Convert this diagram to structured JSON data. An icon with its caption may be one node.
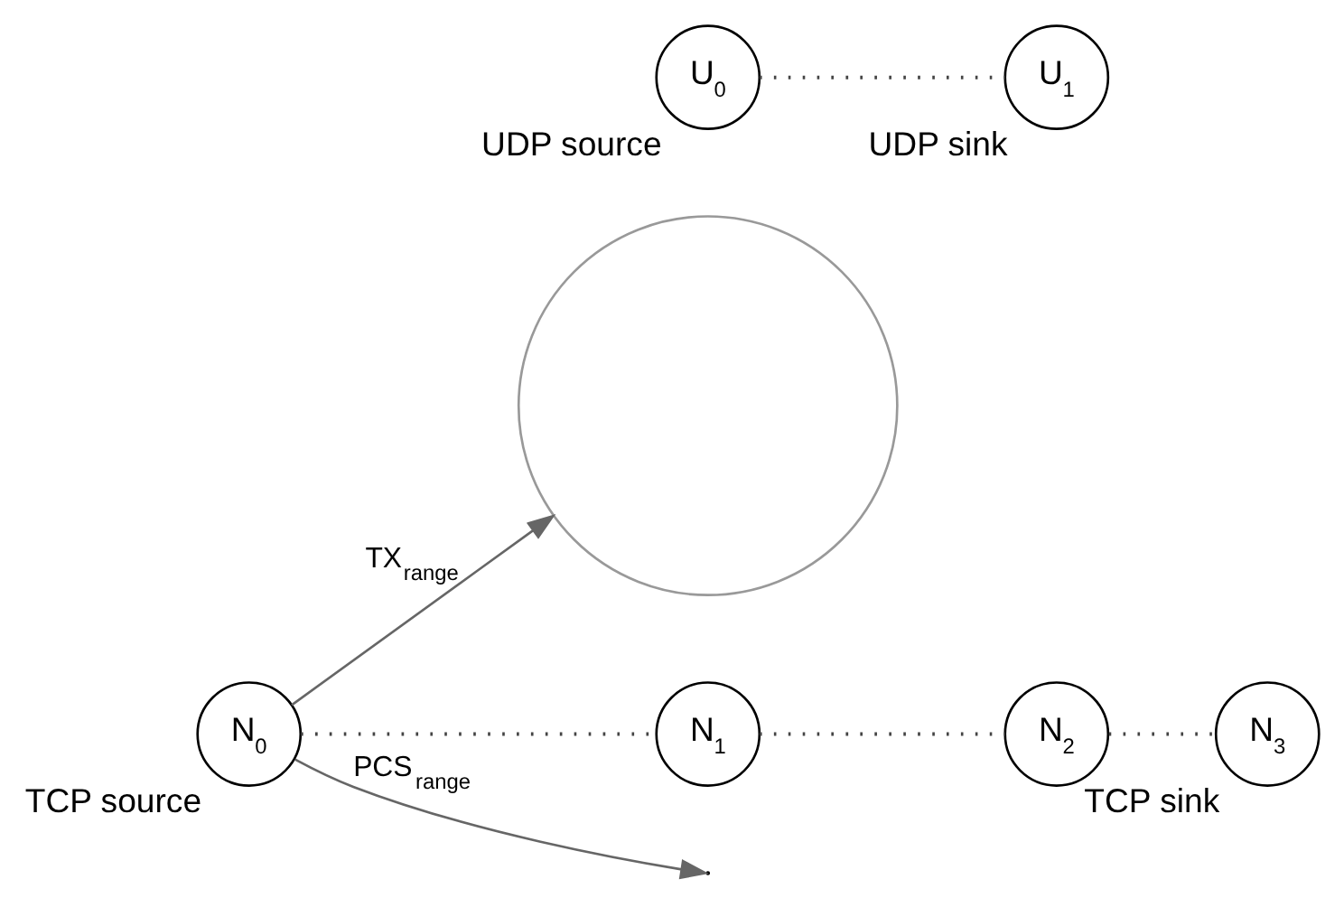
{
  "diagram": {
    "nodes": [
      {
        "text": [],
        "shape": "circle"
      },
      {
        "text": [
          "N$_{0}$"
        ],
        "beside": [
          "TCP source"
        ]
      },
      {
        "text": [
          "N$_{1}$"
        ]
      },
      {
        "text": [
          "N$_{2}$"
        ]
      },
      {
        "text": [
          "N$_{3}$"
        ],
        "beside": [
          "TCP sink"
        ]
      },
      {
        "text": [
          "U$_{0}$"
        ],
        "beside": [
          "UDP source"
        ]
      },
      {
        "text": [
          "U$_{1}$"
        ],
        "beside": [
          "UDP sink"
        ]
      }
    ],
    "edges": [
      {
        "from": 1,
        "to": 2,
        "arrow": "none",
        "style": "dashed"
      },
      {
        "from": 2,
        "to": 3,
        "arrow": "none",
        "style": "dashed"
      },
      {
        "from": 3,
        "to": 4,
        "arrow": "none",
        "style": "dashed"
      },
      {
        "from": 5,
        "to": 6,
        "arrow": "none",
        "style": "dashed"
      },
      {
        "from": 1,
        "to": 0,
        "arrow": "to",
        "label": "TX$_{range}$",
        "color": "#666666"
      },
      {
        "from": 1,
        "to": null,
        "arrow": "to",
        "label": "PCS$_{range}$",
        "color": "#666666"
      }
    ]
  }
}
